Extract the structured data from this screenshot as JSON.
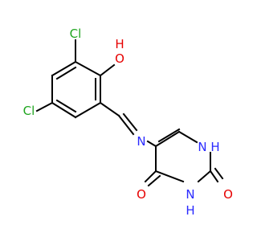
{
  "molecule": {
    "atoms": {
      "cl_top": "Cl",
      "oh_top": "O",
      "oh_h": "H",
      "cl_left": "Cl",
      "n_imine": "N",
      "nh_right": "N",
      "nh_right_h": "H",
      "nh_bottom": "N",
      "nh_bottom_h": "H",
      "o_left": "O",
      "o_right": "O"
    },
    "colors": {
      "bond": "#000000",
      "chlorine": "#1fa51f",
      "oxygen": "#e60000",
      "nitrogen": "#2b2bff"
    }
  }
}
